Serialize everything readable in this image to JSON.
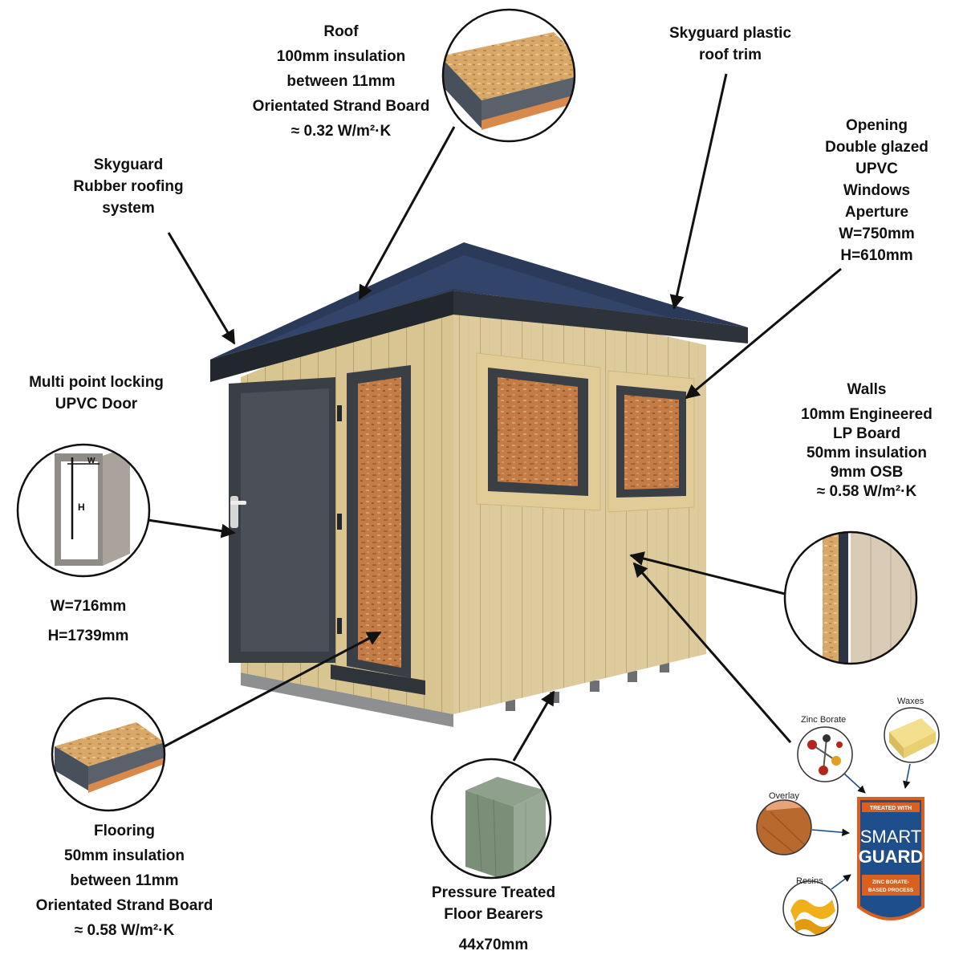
{
  "labels": {
    "roof": [
      "Roof",
      "100mm insulation",
      "between 11mm",
      "Orientated Strand Board",
      "≈ 0.32 W/m²·K"
    ],
    "roof_trim": [
      "Skyguard plastic",
      "roof trim"
    ],
    "rubber_roofing": [
      "Skyguard",
      "Rubber roofing",
      "system"
    ],
    "windows": [
      "Opening",
      "Double glazed",
      "UPVC",
      "Windows",
      "Aperture",
      "W=750mm",
      "H=610mm"
    ],
    "door": [
      "Multi point locking",
      "UPVC Door"
    ],
    "door_dimensions": [
      "W=716mm",
      "H=1739mm"
    ],
    "walls": [
      "Walls",
      "10mm Engineered",
      "LP Board",
      "50mm insulation",
      "9mm OSB",
      "≈ 0.58 W/m²·K"
    ],
    "flooring": [
      "Flooring",
      "50mm insulation",
      "between 11mm",
      "Orientated Strand Board",
      "≈ 0.58 W/m²·K"
    ],
    "floor_bearers": [
      "Pressure Treated",
      "Floor Bearers"
    ],
    "bearer_size": "44x70mm",
    "door_diagram_w": "W",
    "door_diagram_h": "H"
  },
  "smartguard": {
    "zinc_borate": "Zinc Borate",
    "waxes": "Waxes",
    "overlay": "Overlay",
    "resins": "Resins",
    "treated_with": "TREATED WITH",
    "brand_top": "SMART",
    "brand_bottom": "GUARD",
    "process_line1": "ZINC BORATE-",
    "process_line2": "BASED PROCESS"
  },
  "colors": {
    "roof": "#23304a",
    "cladding": "#e5d3a3",
    "frame": "#3a3f46",
    "osb": "#c6814a",
    "badge": "#1f4e8c",
    "badge_accent": "#d9601f"
  }
}
